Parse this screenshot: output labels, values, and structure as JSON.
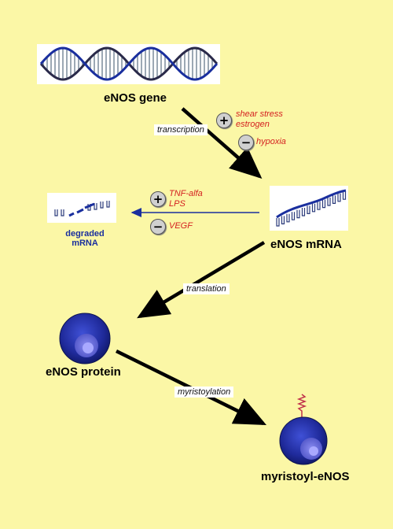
{
  "nodes": {
    "gene": "eNOS gene",
    "mrna": "eNOS mRNA",
    "degraded_line1": "degraded",
    "degraded_line2": "mRNA",
    "protein": "eNOS protein",
    "myristoyl": "myristoyl-eNOS"
  },
  "processes": {
    "transcription": "transcription",
    "translation": "translation",
    "myristoylation": "myristoylation"
  },
  "regulators": {
    "plus_symbol": "+",
    "minus_symbol": "−",
    "transcription_up_1": "shear stress",
    "transcription_up_2": "estrogen",
    "transcription_down": "hypoxia",
    "degradation_up_1": "TNF-alfa",
    "degradation_up_2": "LPS",
    "degradation_down": "VEGF"
  },
  "colors": {
    "background": "#fbf7a6",
    "regulator_text": "#d42020",
    "degradation_arrow": "#1a2f9e",
    "cell": "#1f2a9a",
    "myristoyl_tail": "#c0304a"
  }
}
